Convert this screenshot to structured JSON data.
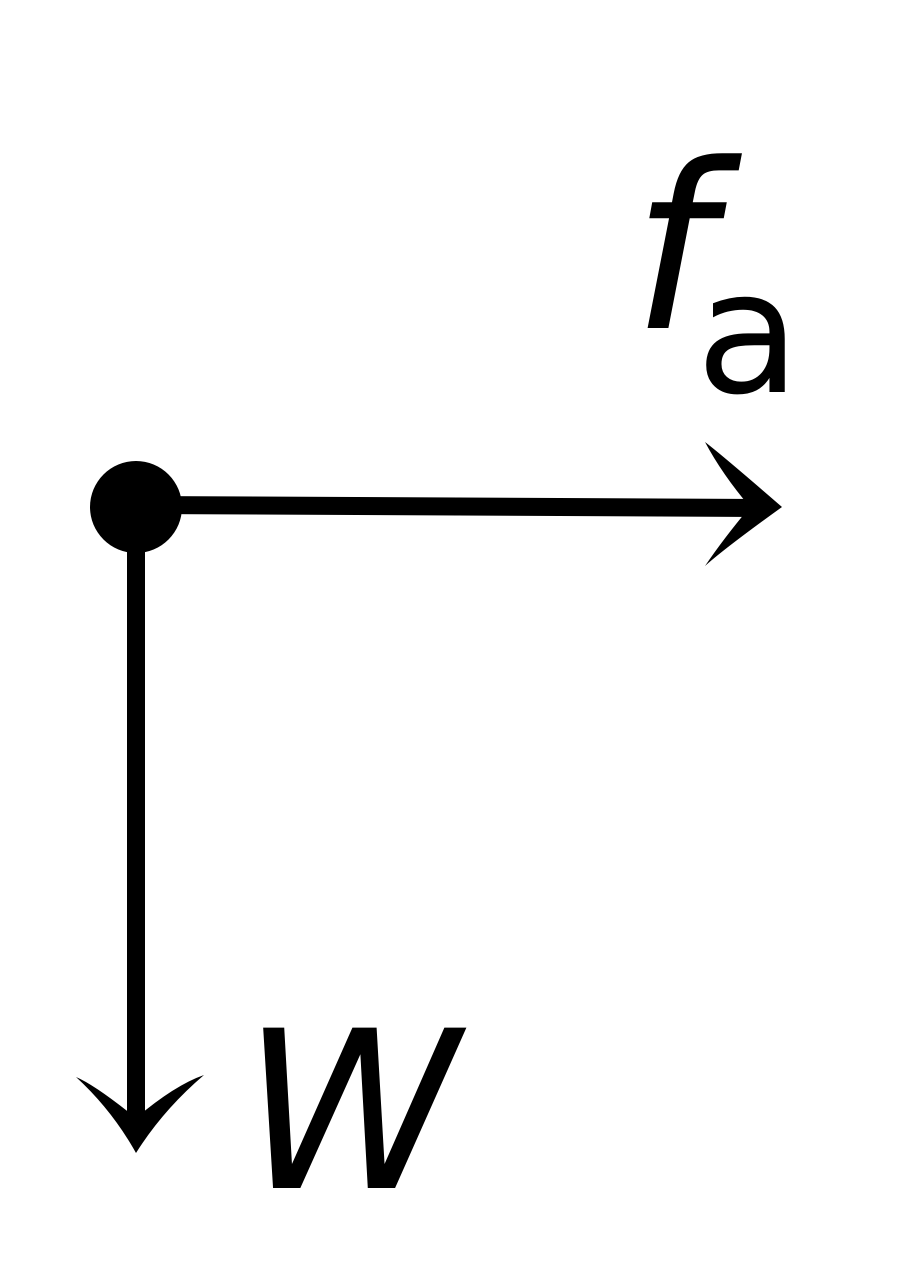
{
  "forces": {
    "applied": {
      "symbol": "f",
      "subscript": "a",
      "direction": "right"
    },
    "weight": {
      "symbol": "W",
      "direction": "down"
    }
  },
  "colors": {
    "ink": "#000000",
    "background": "#ffffff"
  }
}
